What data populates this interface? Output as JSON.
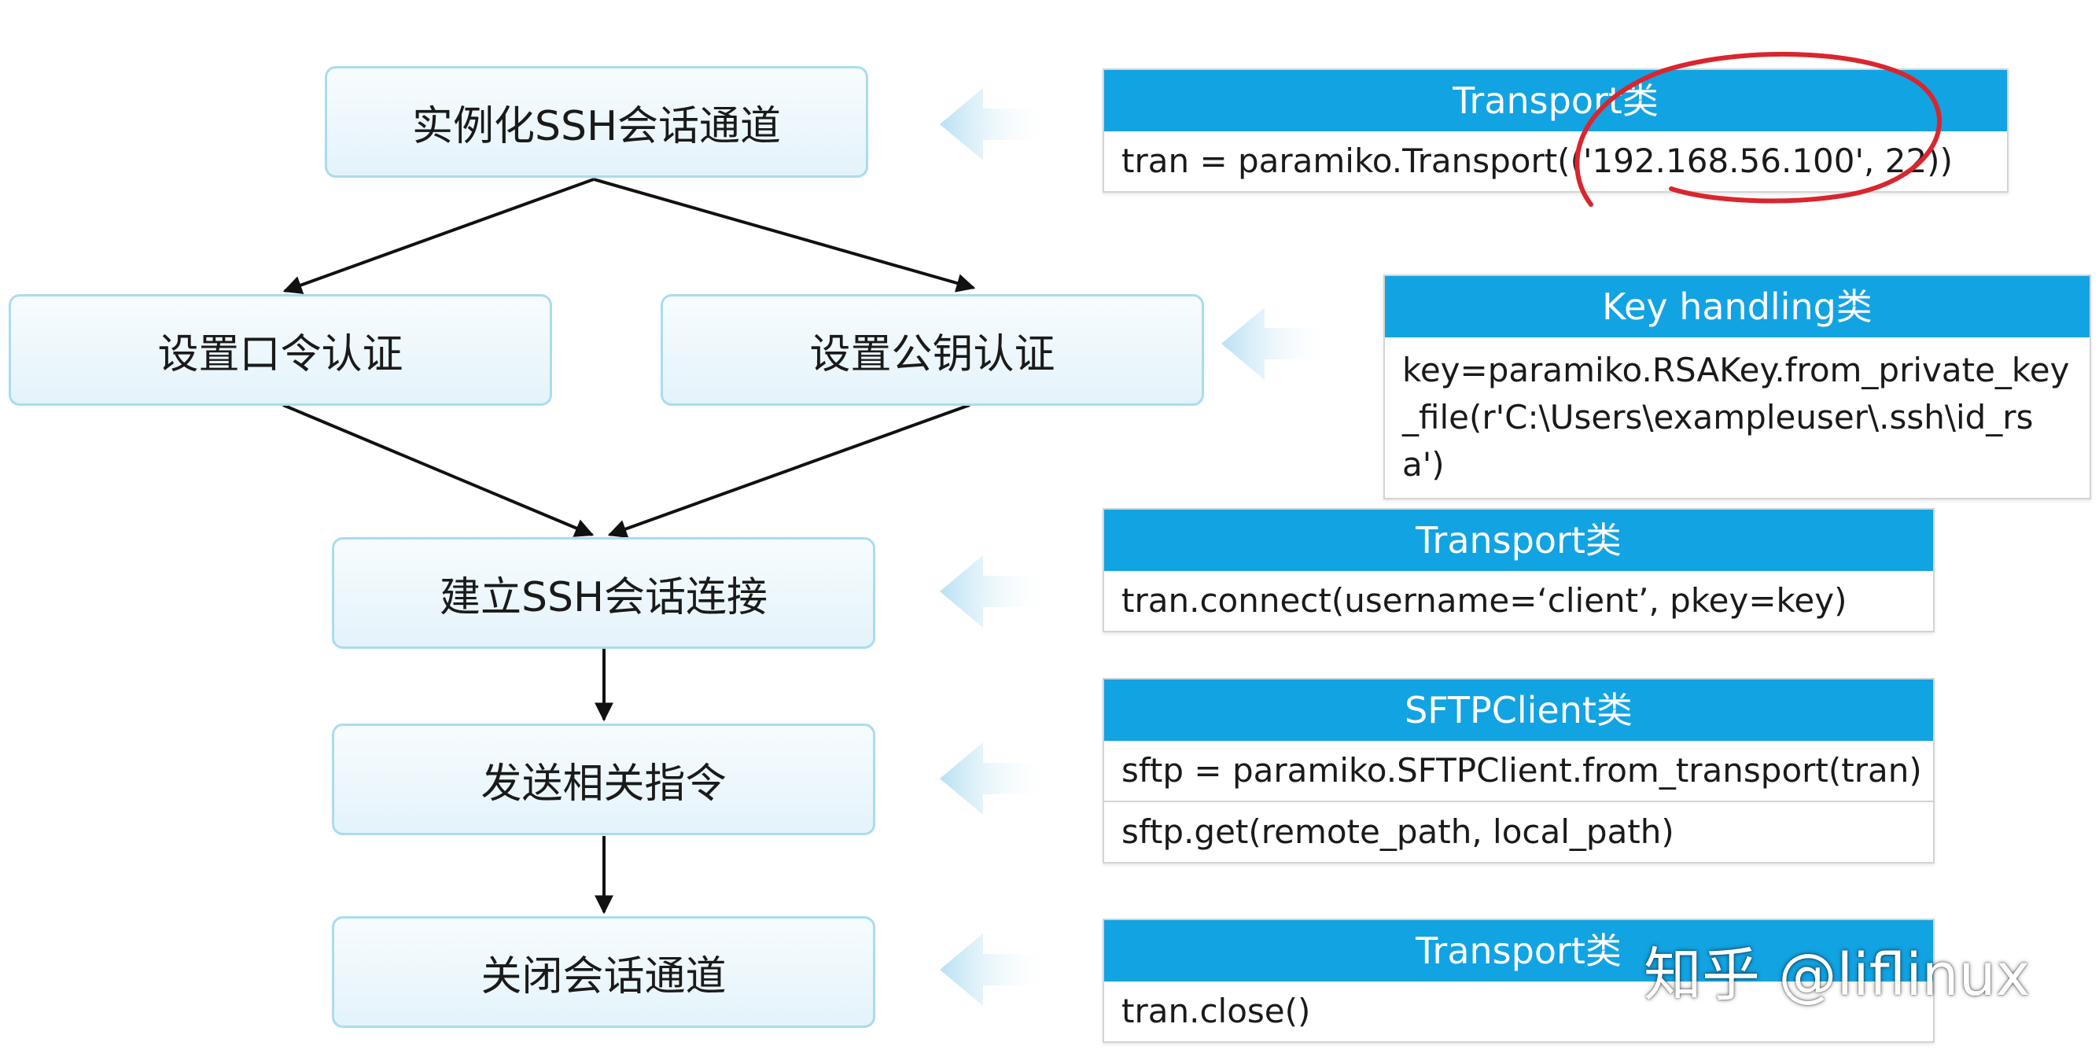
{
  "steps": {
    "create_channel": "实例化SSH会话通道",
    "password_auth": "设置口令认证",
    "pubkey_auth": "设置公钥认证",
    "connect": "建立SSH会话连接",
    "send_commands": "发送相关指令",
    "close_channel": "关闭会话通道"
  },
  "panels": {
    "transport_init": {
      "header": "Transport类",
      "lines": [
        "tran = paramiko.Transport(('192.168.56.100', 22))"
      ]
    },
    "key_handling": {
      "header": "Key handling类",
      "lines": [
        "key=paramiko.RSAKey.from_private_key_file(r'C:\\Users\\exampleuser\\.ssh\\id_rsa')"
      ]
    },
    "transport_connect": {
      "header": "Transport类",
      "lines": [
        "tran.connect(username=‘client’, pkey=key)"
      ]
    },
    "sftp_client": {
      "header": "SFTPClient类",
      "lines": [
        "sftp = paramiko.SFTPClient.from_transport(tran)",
        "sftp.get(remote_path, local_path)"
      ]
    },
    "transport_close": {
      "header": "Transport类",
      "lines": [
        "tran.close()"
      ]
    }
  },
  "watermark": "知乎 @liflinux",
  "colors": {
    "panel_header": "#12a3e3",
    "step_border": "#a9dcef",
    "pointer_arrow": "#bfe3f3",
    "annotation_circle": "#d9262e"
  }
}
